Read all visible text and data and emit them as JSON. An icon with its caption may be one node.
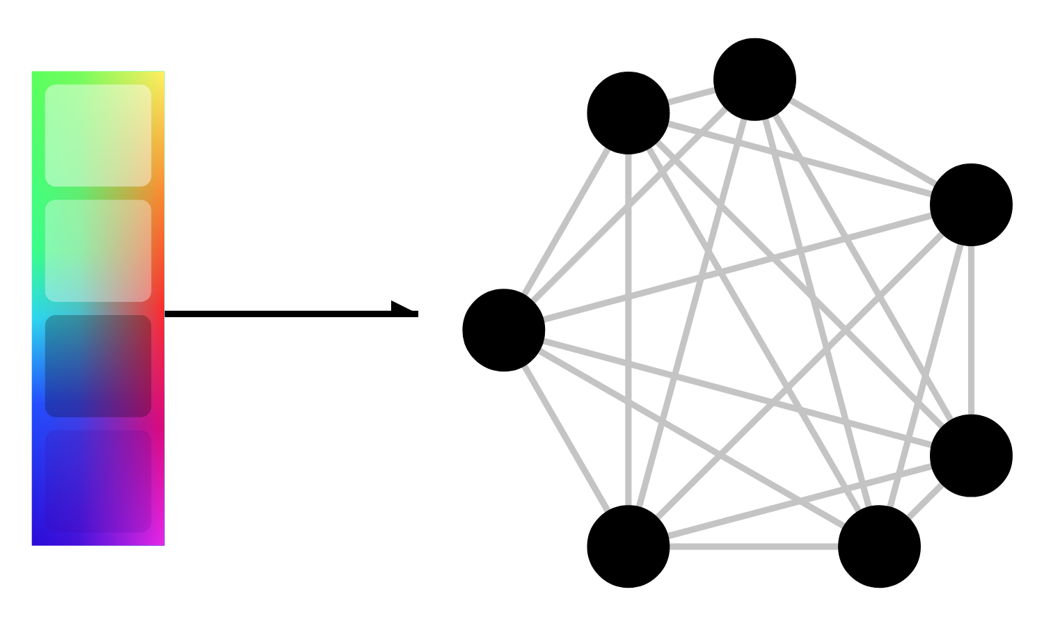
{
  "diagram": {
    "nodes": [
      {
        "text": [],
        "shape": "picture"
      },
      {
        "text": [],
        "shape": "circle"
      },
      {
        "text": [],
        "shape": "circle"
      },
      {
        "text": [],
        "shape": "circle"
      },
      {
        "text": [],
        "shape": "circle"
      },
      {
        "text": [],
        "shape": "circle"
      },
      {
        "text": [],
        "shape": "circle"
      },
      {
        "text": [],
        "shape": "circle"
      }
    ],
    "edges": [
      {
        "from": 0,
        "to": null,
        "arrow": "to",
        "color": "#000000"
      },
      {
        "from": 1,
        "to": 2,
        "arrow": "none"
      },
      {
        "from": 1,
        "to": 3,
        "arrow": "none"
      },
      {
        "from": 1,
        "to": 4,
        "arrow": "none"
      },
      {
        "from": 1,
        "to": 5,
        "arrow": "none"
      },
      {
        "from": 1,
        "to": 6,
        "arrow": "none"
      },
      {
        "from": 1,
        "to": 7,
        "arrow": "none"
      },
      {
        "from": 2,
        "to": 3,
        "arrow": "none"
      },
      {
        "from": 2,
        "to": 4,
        "arrow": "none"
      },
      {
        "from": 2,
        "to": 5,
        "arrow": "none"
      },
      {
        "from": 2,
        "to": 6,
        "arrow": "none"
      },
      {
        "from": 2,
        "to": 7,
        "arrow": "none"
      },
      {
        "from": 3,
        "to": 4,
        "arrow": "none"
      },
      {
        "from": 3,
        "to": 5,
        "arrow": "none"
      },
      {
        "from": 3,
        "to": 6,
        "arrow": "none"
      },
      {
        "from": 3,
        "to": 7,
        "arrow": "none"
      },
      {
        "from": 4,
        "to": 5,
        "arrow": "none"
      },
      {
        "from": 4,
        "to": 6,
        "arrow": "none"
      },
      {
        "from": 4,
        "to": 7,
        "arrow": "none"
      },
      {
        "from": 5,
        "to": 6,
        "arrow": "none"
      },
      {
        "from": 5,
        "to": 7,
        "arrow": "none"
      },
      {
        "from": 6,
        "to": 7,
        "arrow": "none"
      }
    ]
  }
}
